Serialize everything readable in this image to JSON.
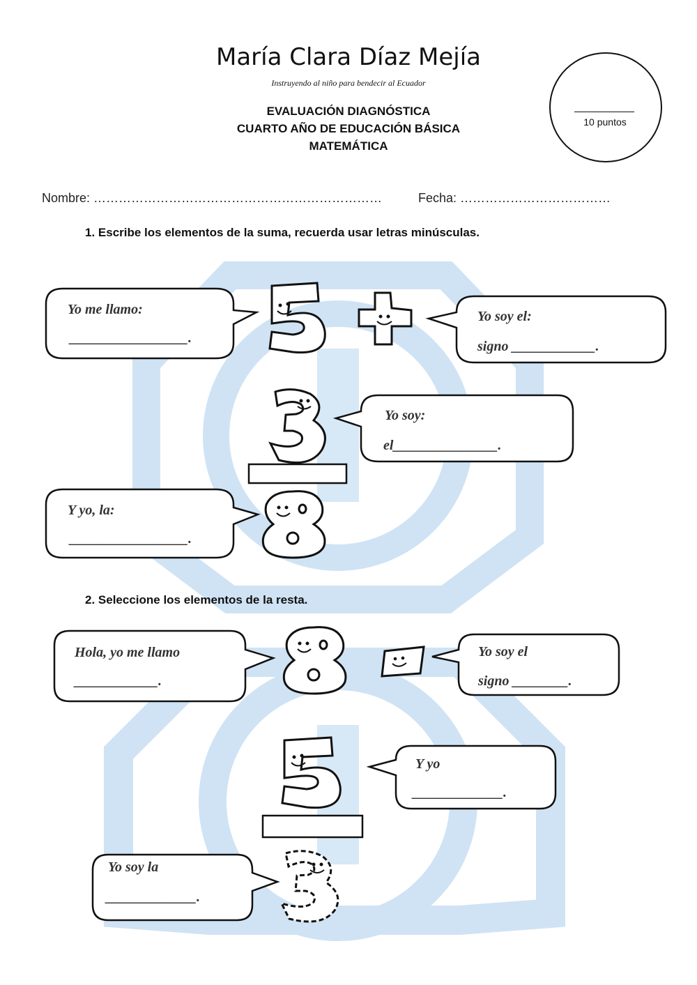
{
  "header": {
    "school_name": "María Clara Díaz Mejía",
    "motto": "Instruyendo al niño para bendecir al Ecuador",
    "line1": "EVALUACIÓN DIAGNÓSTICA",
    "line2": "CUARTO AÑO DE EDUCACIÓN BÁSICA",
    "line3": "MATEMÁTICA"
  },
  "score": {
    "label": "10 puntos"
  },
  "student": {
    "name_label": "Nombre: ……………………………………………………………",
    "date_label": "Fecha: ………………………………"
  },
  "question1": {
    "title": "1.  Escribe los elementos de la suma, recuerda usar letras minúsculas.",
    "bubble_a": {
      "text": "Yo me llamo:",
      "blank": "_________________."
    },
    "bubble_b": {
      "text1": "Yo soy el:",
      "text2": "signo  ____________."
    },
    "bubble_c": {
      "text1": "Yo soy:",
      "text2": "el_______________."
    },
    "bubble_d": {
      "text": "Y yo, la:",
      "blank": "_________________."
    },
    "numbers": {
      "a": "5",
      "b": "3",
      "c": "8",
      "sign": "+"
    }
  },
  "question2": {
    "title": "2.  Seleccione los elementos de la resta.",
    "bubble_a": {
      "text": "Hola, yo me llamo",
      "blank": "____________."
    },
    "bubble_b": {
      "text1": "Yo soy el",
      "text2": "signo ________."
    },
    "bubble_c": {
      "text": "Y yo",
      "blank": "_____________."
    },
    "bubble_d": {
      "text": "Yo soy la",
      "blank": "_____________."
    },
    "numbers": {
      "a": "8",
      "b": "5",
      "c": "3"
    }
  },
  "colors": {
    "watermark": "#cfe3f4",
    "ink": "#111111"
  }
}
